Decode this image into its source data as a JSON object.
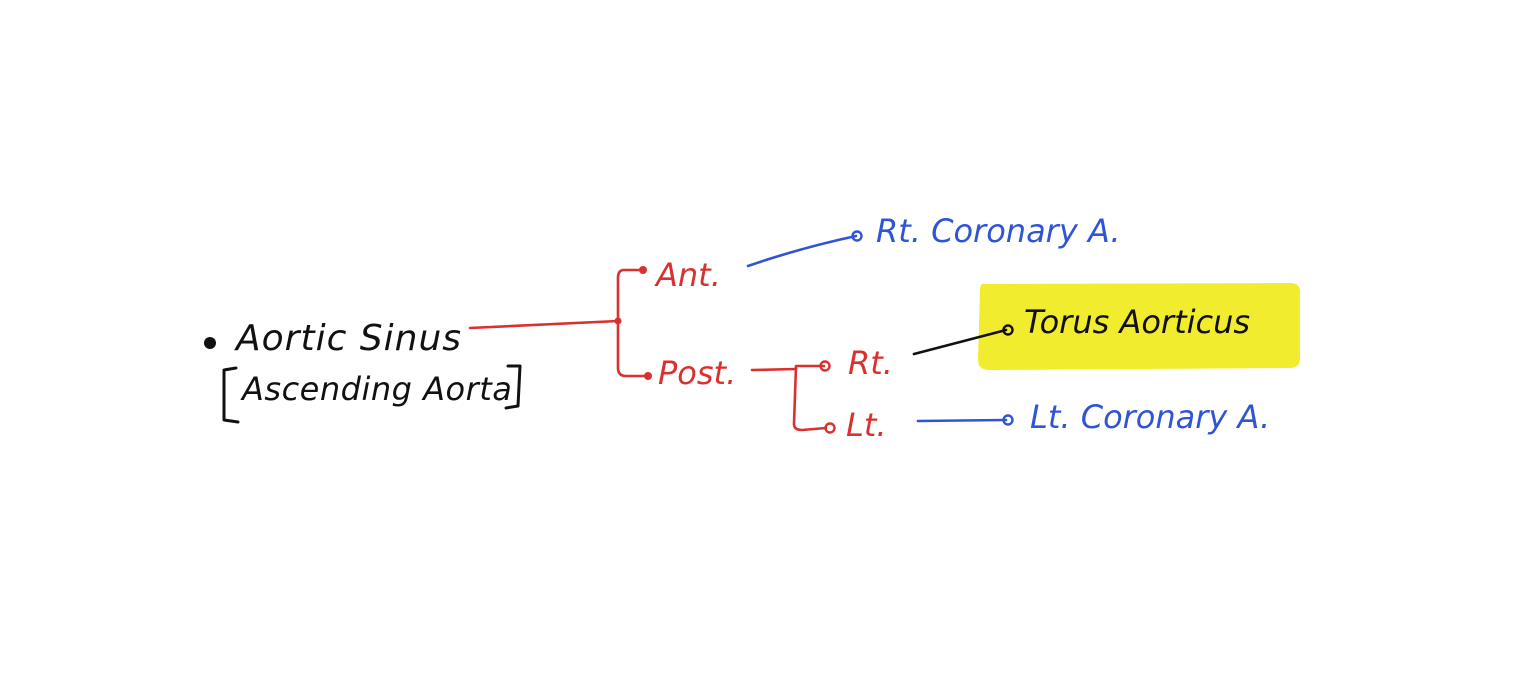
{
  "root": {
    "label": "Aortic Sinus",
    "sublabel": "Ascending Aorta"
  },
  "branches": {
    "ant": {
      "label": "Ant.",
      "target": "Rt. Coronary A."
    },
    "post": {
      "label": "Post.",
      "rt": {
        "label": "Rt.",
        "target": "Torus Aorticus"
      },
      "lt": {
        "label": "Lt.",
        "target": "Lt. Coronary A."
      }
    }
  },
  "colors": {
    "ink_black": "#111111",
    "ink_red": "#d9312f",
    "ink_blue": "#2f55d4",
    "highlight": "#f2ec2e"
  }
}
